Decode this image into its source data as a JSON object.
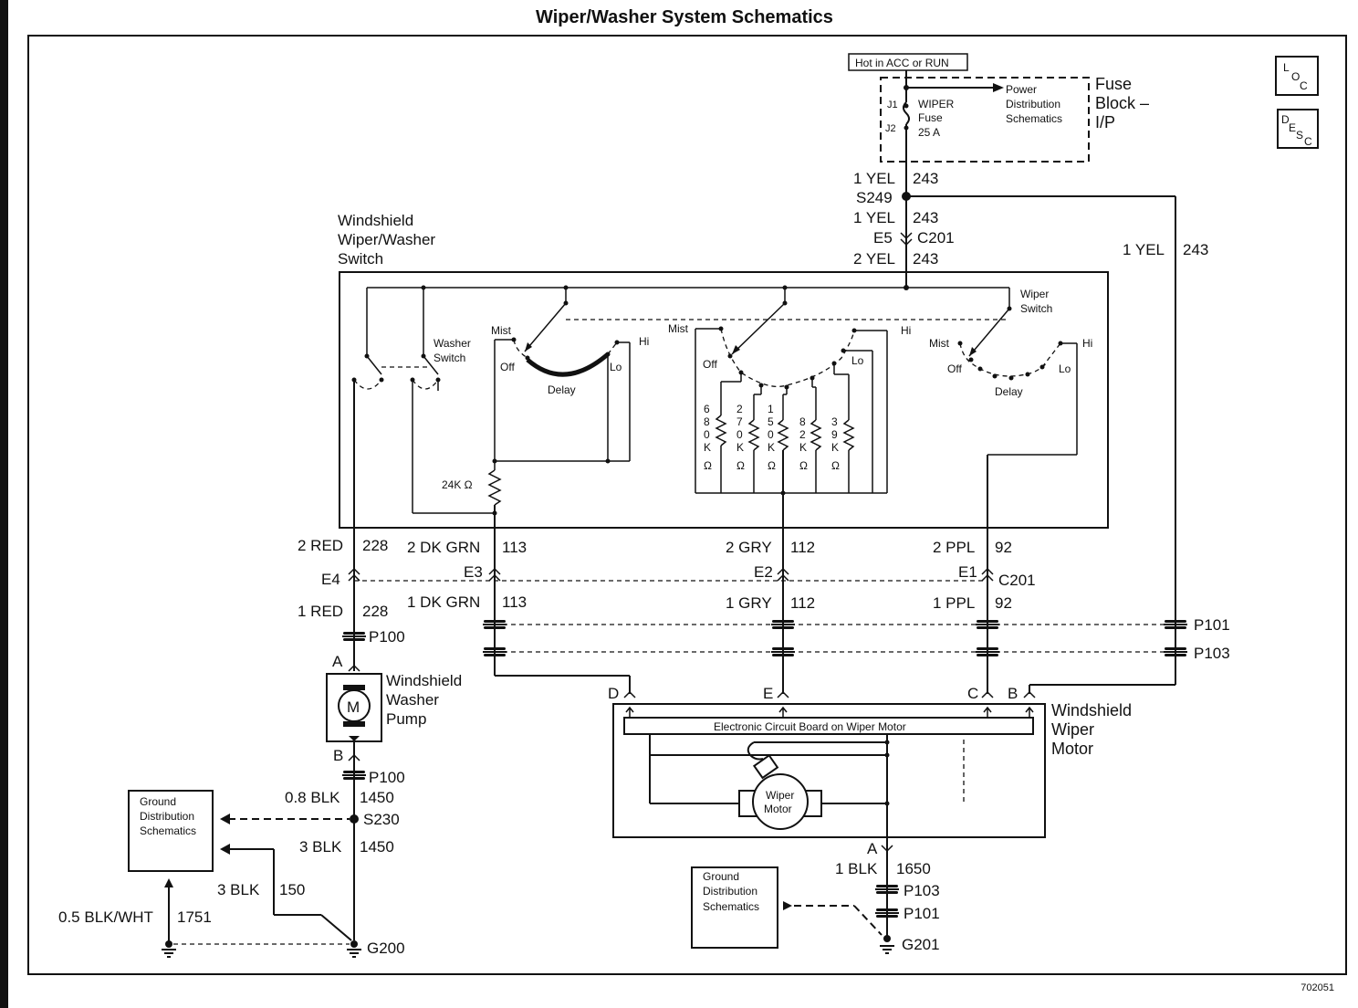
{
  "title": "Wiper/Washer System Schematics",
  "figure_id": "702051",
  "nav_icons": {
    "loc": [
      "L",
      "O",
      "C"
    ],
    "desc": [
      "D",
      "E",
      "S",
      "C"
    ]
  },
  "fuse_block": {
    "hot_label": "Hot in ACC or RUN",
    "name": [
      "Fuse",
      "Block –",
      "I/P"
    ],
    "fuse_lines": [
      "WIPER",
      "Fuse",
      "25 A"
    ],
    "j1": "J1",
    "j2": "J2",
    "power_ref": [
      "Power",
      "Distribution",
      "Schematics"
    ]
  },
  "wires": {
    "feed1_gauge": "1 YEL",
    "feed1_circuit": "243",
    "splice": "S249",
    "feed2_gauge": "1 YEL",
    "feed2_circuit": "243",
    "e5": "E5",
    "c201_top": "C201",
    "feed3_gauge": "2 YEL",
    "feed3_circuit": "243",
    "right_gauge": "1 YEL",
    "right_circuit": "243",
    "red2": "2 RED",
    "red2_c": "228",
    "dkgrn2": "2 DK GRN",
    "dkgrn2_c": "113",
    "gry2": "2 GRY",
    "gry2_c": "112",
    "ppl2": "2 PPL",
    "ppl2_c": "92",
    "e4": "E4",
    "e3": "E3",
    "e2": "E2",
    "e1": "E1",
    "c201_mid": "C201",
    "red1": "1 RED",
    "red1_c": "228",
    "dkgrn1": "1 DK GRN",
    "dkgrn1_c": "113",
    "gry1": "1 GRY",
    "gry1_c": "112",
    "ppl1": "1 PPL",
    "ppl1_c": "92",
    "blk08": "0.8 BLK",
    "blk08_c": "1450",
    "blk3": "3 BLK",
    "blk3_c": "1450",
    "blk3b": "3 BLK",
    "blk3b_c": "150",
    "blkwht": "0.5 BLK/WHT",
    "blkwht_c": "1751",
    "blk1": "1 BLK",
    "blk1_c": "1650"
  },
  "connectors": {
    "p100a": "P100",
    "p100b": "P100",
    "p101": "P101",
    "p103": "P103",
    "p103b": "P103",
    "p101b": "P101",
    "s230": "S230",
    "g200": "G200",
    "g201": "G201",
    "pin_a": "A",
    "pin_b": "B",
    "motor_a": "A",
    "motor_d": "D",
    "motor_e": "E",
    "motor_c": "C",
    "motor_b": "B"
  },
  "switch_block": {
    "name": [
      "Windshield",
      "Wiper/Washer",
      "Switch"
    ],
    "washer_switch": [
      "Washer",
      "Switch"
    ],
    "wiper_switch": [
      "Wiper",
      "Switch"
    ],
    "mist": "Mist",
    "off": "Off",
    "lo": "Lo",
    "hi": "Hi",
    "delay": "Delay",
    "res24k": "24K Ω",
    "resistors": [
      [
        "6",
        "8",
        "0",
        "K",
        "Ω"
      ],
      [
        "2",
        "7",
        "0",
        "K",
        "Ω"
      ],
      [
        "1",
        "5",
        "0",
        "K",
        "Ω"
      ],
      [
        "8",
        "2",
        "K",
        "Ω"
      ],
      [
        "3",
        "9",
        "K",
        "Ω"
      ]
    ]
  },
  "washer_pump": {
    "name": [
      "Windshield",
      "Washer",
      "Pump"
    ],
    "symbol": "M"
  },
  "wiper_motor": {
    "name": [
      "Windshield",
      "Wiper",
      "Motor"
    ],
    "board": "Electronic Circuit Board on Wiper Motor",
    "motor": [
      "Wiper",
      "Motor"
    ]
  },
  "ground_ref_left": [
    "Ground",
    "Distribution",
    "Schematics"
  ],
  "ground_ref_right": [
    "Ground",
    "Distribution",
    "Schematics"
  ]
}
